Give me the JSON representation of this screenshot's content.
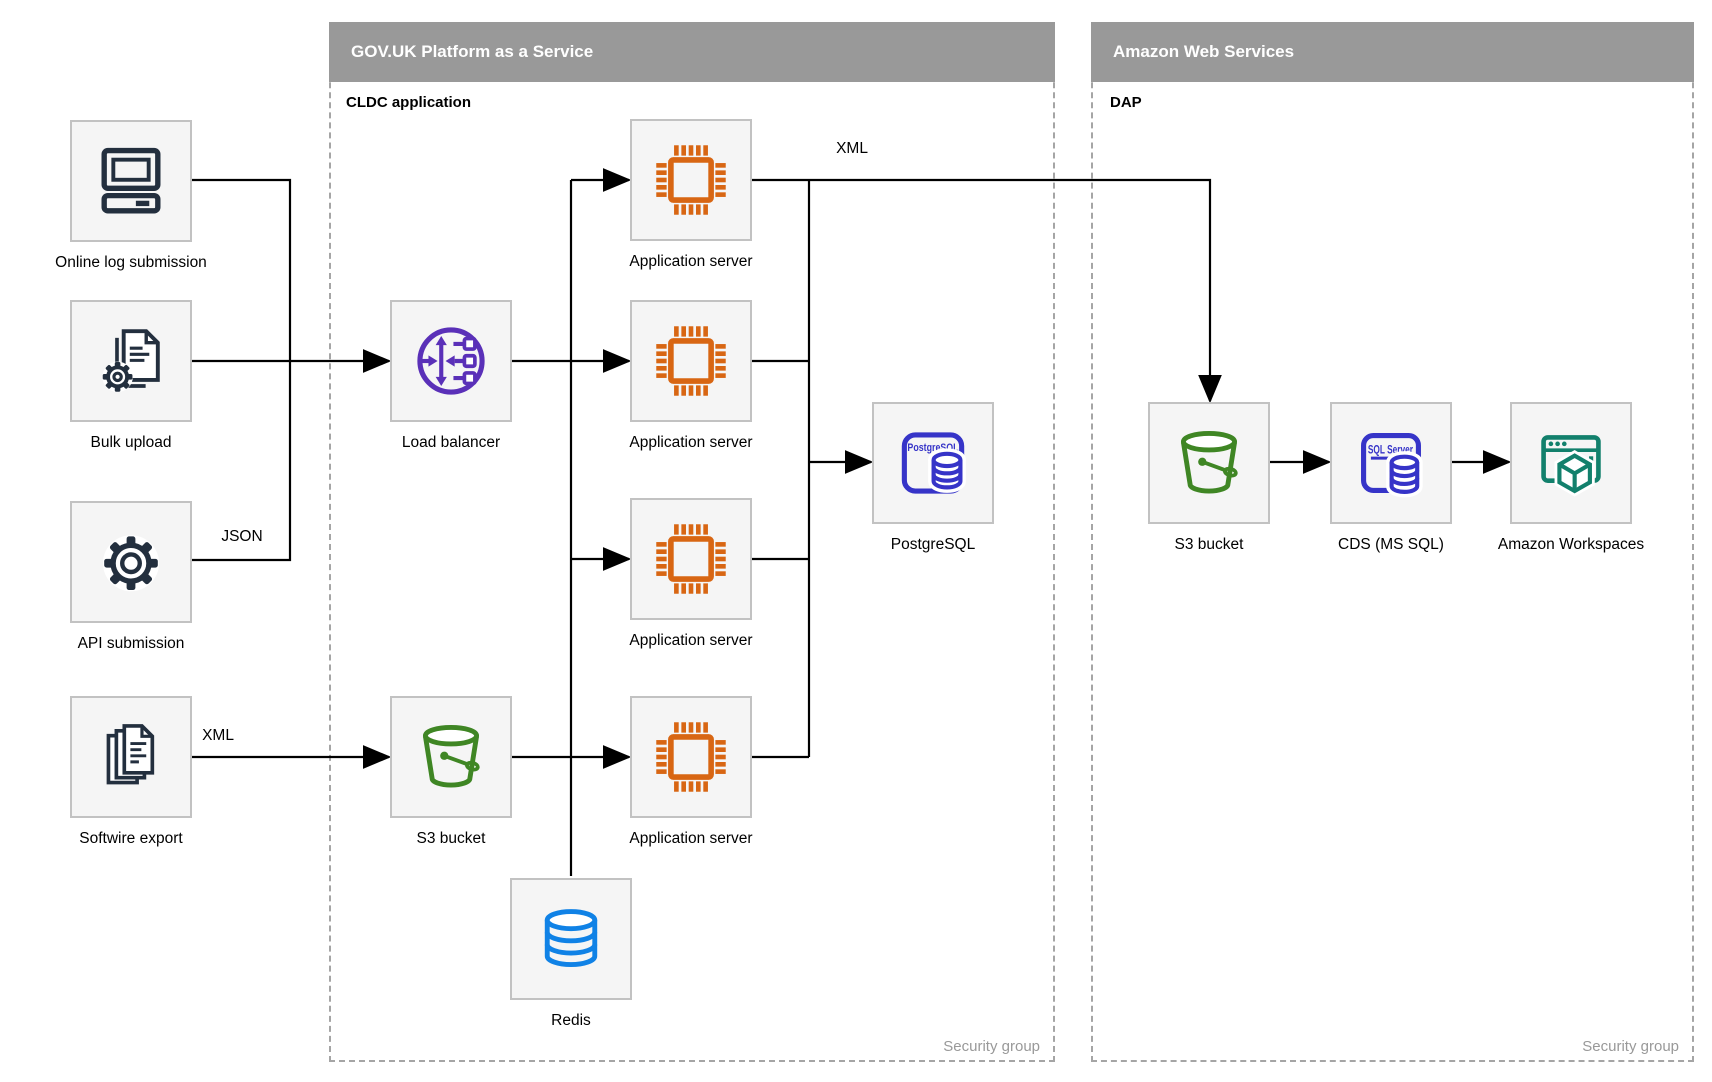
{
  "containers": {
    "govuk": {
      "title": "GOV.UK Platform as a Service",
      "sublabel": "CLDC application",
      "footer": "Security group"
    },
    "aws": {
      "title": "Amazon Web Services",
      "sublabel": "DAP",
      "footer": "Security group"
    }
  },
  "nodes": {
    "online_log": {
      "label": "Online log submission"
    },
    "bulk_upload": {
      "label": "Bulk upload"
    },
    "api_submission": {
      "label": "API submission"
    },
    "softwire_export": {
      "label": "Softwire export"
    },
    "load_balancer": {
      "label": "Load balancer"
    },
    "s3_paas": {
      "label": "S3 bucket"
    },
    "app_server_1": {
      "label": "Application server"
    },
    "app_server_2": {
      "label": "Application server"
    },
    "app_server_3": {
      "label": "Application server"
    },
    "app_server_4": {
      "label": "Application server"
    },
    "redis": {
      "label": "Redis"
    },
    "postgresql": {
      "label": "PostgreSQL"
    },
    "s3_aws": {
      "label": "S3 bucket"
    },
    "cds": {
      "label": "CDS (MS SQL)"
    },
    "workspaces": {
      "label": "Amazon Workspaces"
    }
  },
  "edge_labels": {
    "xml_to_aws": "XML",
    "json_api": "JSON",
    "xml_softwire": "XML"
  },
  "icon_texts": {
    "postgresql": "PostgreSQL",
    "sql_server": "SQL Server"
  },
  "colors": {
    "header_gray": "#999999",
    "dashed_border": "#a5a5a5",
    "node_bg": "#f5f5f5",
    "node_border": "#c2c2c2",
    "dark_navy": "#232f3e",
    "orange_chip": "#d86613",
    "green_bucket": "#3f8624",
    "purple_elb": "#5a30b8",
    "indigo_db": "#3634c8",
    "azure_redis": "#1082e6",
    "teal_workspaces": "#12806c",
    "line_black": "#000000"
  }
}
